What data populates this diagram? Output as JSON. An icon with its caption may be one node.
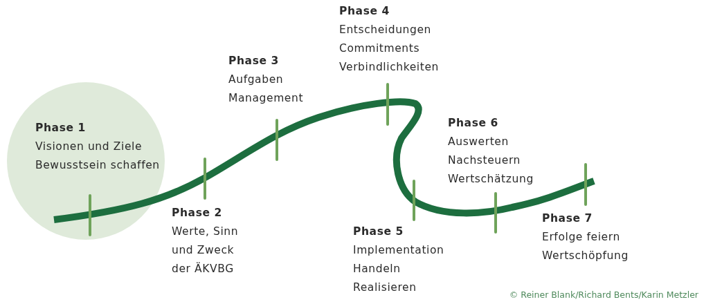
{
  "diagram": {
    "nodes": [
      {
        "text": [
          "Phase 1",
          "Visionen und Ziele",
          "Bewusstsein schaffen"
        ]
      },
      {
        "text": [
          "Phase 2",
          "Werte, Sinn und Zweck der ÄKVBG"
        ]
      },
      {
        "text": [
          "Phase 3",
          "Aufgaben Management"
        ]
      },
      {
        "text": [
          "Phase 4",
          "Entscheidungen",
          "Commitments",
          "Verbindlichkeiten"
        ]
      },
      {
        "text": [
          "Phase 5",
          "Implementation",
          "Handeln",
          "Realisieren"
        ]
      },
      {
        "text": [
          "Phase 6",
          "Auswerten",
          "Nachsteuern",
          "Wertschätzung"
        ]
      },
      {
        "text": [
          "Phase 7",
          "Erfolge feiern",
          "Wertschöpfung"
        ]
      }
    ],
    "labels": [
      "© Reiner Blank/Richard Bents/Karin Metzler"
    ]
  }
}
